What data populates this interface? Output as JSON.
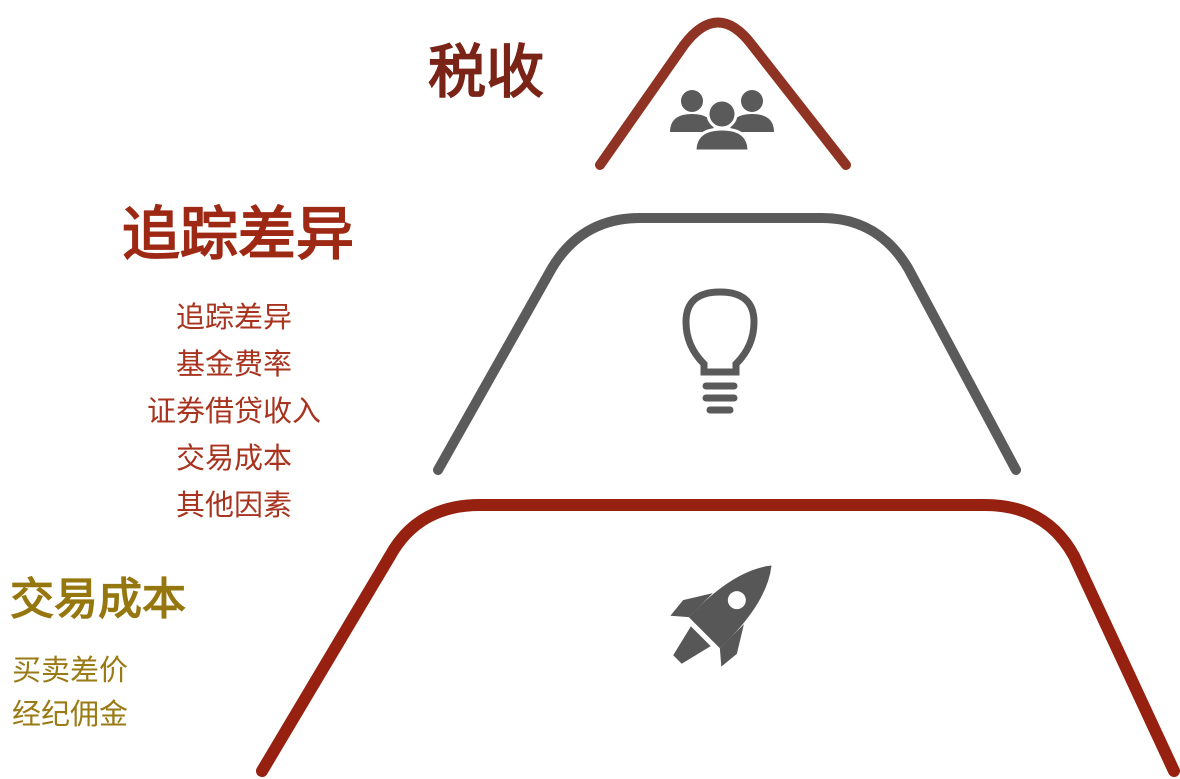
{
  "tiers": {
    "tax": {
      "title": "税收",
      "icon": "people-group-icon",
      "color": "#7a2418"
    },
    "tracking": {
      "title": "追踪差异",
      "icon": "lightbulb-icon",
      "color": "#9d2814",
      "items": [
        "追踪差异",
        "基金费率",
        "证券借贷收入",
        "交易成本",
        "其他因素"
      ]
    },
    "trading": {
      "title": "交易成本",
      "icon": "rocket-icon",
      "color": "#96770f",
      "items": [
        "买卖差价",
        "经纪佣金"
      ]
    }
  },
  "outline_colors": {
    "top": "#8f3324",
    "middle": "#5b5b5b",
    "bottom": "#962110"
  }
}
